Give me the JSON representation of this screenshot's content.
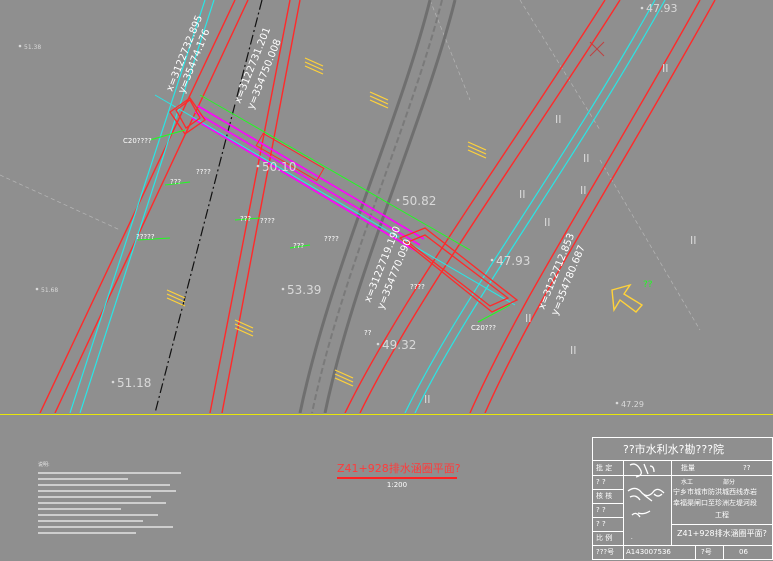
{
  "plan": {
    "elevations": [
      "47.93",
      "51.38",
      "50.10",
      "50.82",
      "47.93",
      "53.39",
      "51.68",
      "49.32",
      "51.18",
      "47.29"
    ],
    "zone_marks": [
      "II",
      "II",
      "II",
      "II",
      "II",
      "II",
      "II",
      "II",
      "II",
      "II"
    ],
    "coordinates": {
      "top_x": "x=3122732.895",
      "top_y": "y=35474.176",
      "mid_x": "x=3122731.201",
      "mid_y": "y=354750.008",
      "low_x": "x=3122719.190",
      "low_y": "y=354770.090",
      "right_x": "x=3122712.853",
      "right_y": "y=354780.687"
    },
    "labels": {
      "c20_left": "C20????",
      "c20_right": "C20???",
      "l1": "???",
      "l2": "????",
      "l3": "???",
      "l4": "?????",
      "l5": "???",
      "l6": "????",
      "l7": "????",
      "l8": "??",
      "l9": "????",
      "flow": "??"
    }
  },
  "drawing": {
    "title": "Z41+928排水涵圈平面?",
    "scale": "1:200",
    "notes_title": "说明:"
  },
  "titleblock": {
    "institute": "??市水利水?勘???院",
    "roles": [
      "批 定",
      "? ?",
      "核 核",
      "? ?",
      "? ?",
      "比 例"
    ],
    "col_head_left": "批量",
    "col_head_right": "??",
    "section_label": "水工",
    "part_label": "部分",
    "project": "宁乡市城市防洪城西线赤岩",
    "project2": "幸福渠闸口至珍洲左堤河段",
    "project3": "工程",
    "sheet_title": "Z41+928排水涵圈平面?",
    "drawing_no_label": "???号",
    "drawing_no": "A143007536",
    "page_label": "?号",
    "page_no": "06"
  },
  "colors": {
    "background": "#8f8f8f",
    "levee_red": "#ff2a2a",
    "water_cyan": "#29e6e6",
    "pipe_magenta": "#ff00ff",
    "annot_green": "#1eff1e",
    "frame_yellow": "#e8e60a"
  }
}
